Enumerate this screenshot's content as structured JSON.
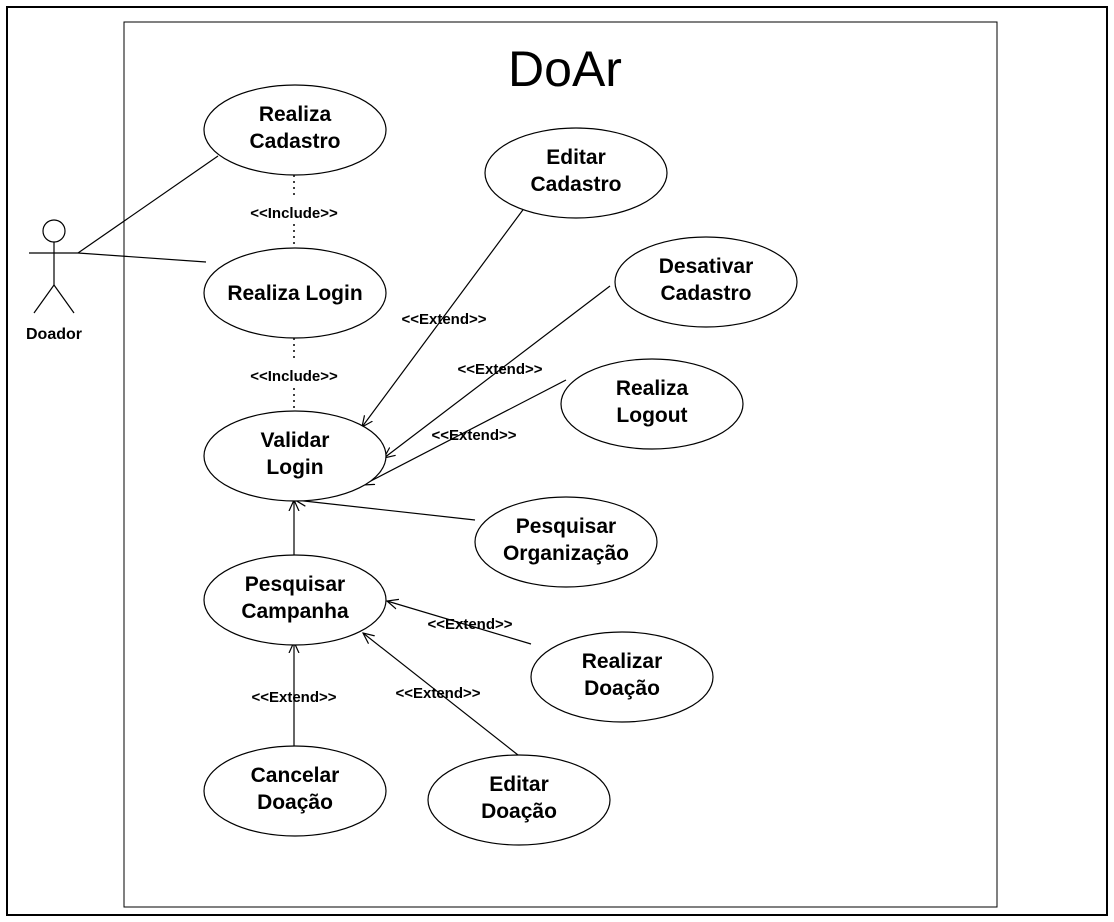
{
  "system": {
    "title": "DoAr"
  },
  "actor": {
    "name": "Doador"
  },
  "use_cases": {
    "realiza_cadastro": [
      "Realiza",
      "Cadastro"
    ],
    "realiza_login": [
      "Realiza Login"
    ],
    "validar_login": [
      "Validar",
      "Login"
    ],
    "editar_cadastro": [
      "Editar",
      "Cadastro"
    ],
    "desativar_cadastro": [
      "Desativar",
      "Cadastro"
    ],
    "realiza_logout": [
      "Realiza",
      "Logout"
    ],
    "pesquisar_organizacao": [
      "Pesquisar",
      "Organização"
    ],
    "pesquisar_campanha": [
      "Pesquisar",
      "Campanha"
    ],
    "realizar_doacao": [
      "Realizar",
      "Doação"
    ],
    "cancelar_doacao": [
      "Cancelar",
      "Doação"
    ],
    "editar_doacao": [
      "Editar",
      "Doação"
    ]
  },
  "relations": {
    "include_1": "<<Include>>",
    "include_2": "<<Include>>",
    "extend_editar_cadastro": "<<Extend>>",
    "extend_desativar_cadastro": "<<Extend>>",
    "extend_logout": "<<Extend>>",
    "extend_realizar_doacao": "<<Extend>>",
    "extend_editar_doacao": "<<Extend>>",
    "extend_cancelar_doacao": "<<Extend>>"
  }
}
